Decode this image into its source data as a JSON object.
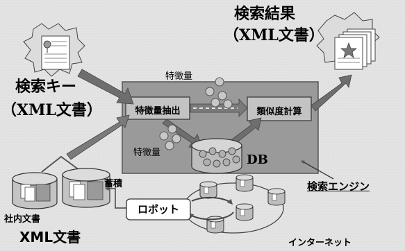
{
  "labels": {
    "search_result": "検索結果",
    "search_result_format": "（XML文書）",
    "search_key": "検索キー",
    "search_key_format": "（XML文書）",
    "feature_top": "特徴量",
    "feature_extract": "特徴量抽出",
    "similarity": "類似度計算",
    "feature_bottom": "特徴量",
    "db": "DB",
    "engine": "検索エンジン",
    "accumulate": "蓄積",
    "robot": "ロボット",
    "internal_docs": "社内文書",
    "xml_docs": "XML文書",
    "internet": "インターネット"
  },
  "icons": {
    "key_document": "flower-document-icon",
    "result_documents": "stacked-result-documents-icon",
    "database": "database-cylinder-icon",
    "robot": "robot-crawler-icon"
  },
  "colors": {
    "engine_fill": "#9a9a9a",
    "box_fill": "#b9b9b9",
    "arrow_fill": "#6e6e6e",
    "doc_fill": "#ffffff"
  }
}
